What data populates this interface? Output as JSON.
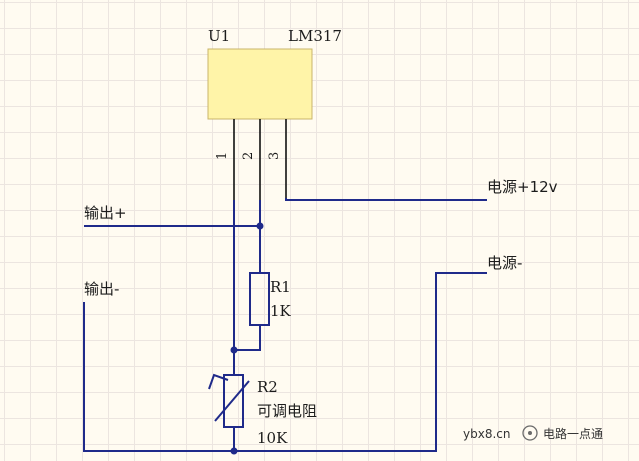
{
  "regulator": {
    "ref": "U1",
    "part": "LM317",
    "pins": [
      "1",
      "2",
      "3"
    ],
    "body_color": "#fff4a8"
  },
  "r1": {
    "ref": "R1",
    "value": "1K"
  },
  "r2": {
    "ref": "R2",
    "type": "可调电阻",
    "value": "10K"
  },
  "nets": {
    "power_plus": "电源+12v",
    "power_minus": "电源-",
    "output_plus": "输出+",
    "output_minus": "输出-"
  },
  "watermark": {
    "site": "ybx8.cn",
    "brand": "电路一点通"
  },
  "colors": {
    "wire": "#1f2a8a",
    "component_outline": "#1f2a8a",
    "grid": "#ece5e0",
    "background": "#fffbf1"
  }
}
